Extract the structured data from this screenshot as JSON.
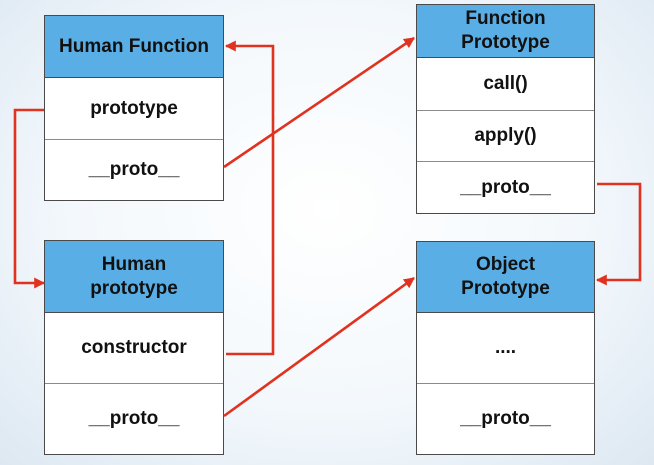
{
  "boxes": {
    "human_function": {
      "title": "Human Function",
      "rows": [
        "prototype",
        "__proto__"
      ]
    },
    "human_prototype": {
      "title": "Human\nprototype",
      "rows": [
        "constructor",
        "__proto__"
      ]
    },
    "function_prototype": {
      "title": "Function\nPrototype",
      "rows": [
        "call()",
        "apply()",
        "__proto__"
      ]
    },
    "object_prototype": {
      "title": "Object\nPrototype",
      "rows": [
        "....",
        "__proto__"
      ]
    }
  },
  "colors": {
    "header": "#5aaee6",
    "arrow": "#e0321e"
  }
}
